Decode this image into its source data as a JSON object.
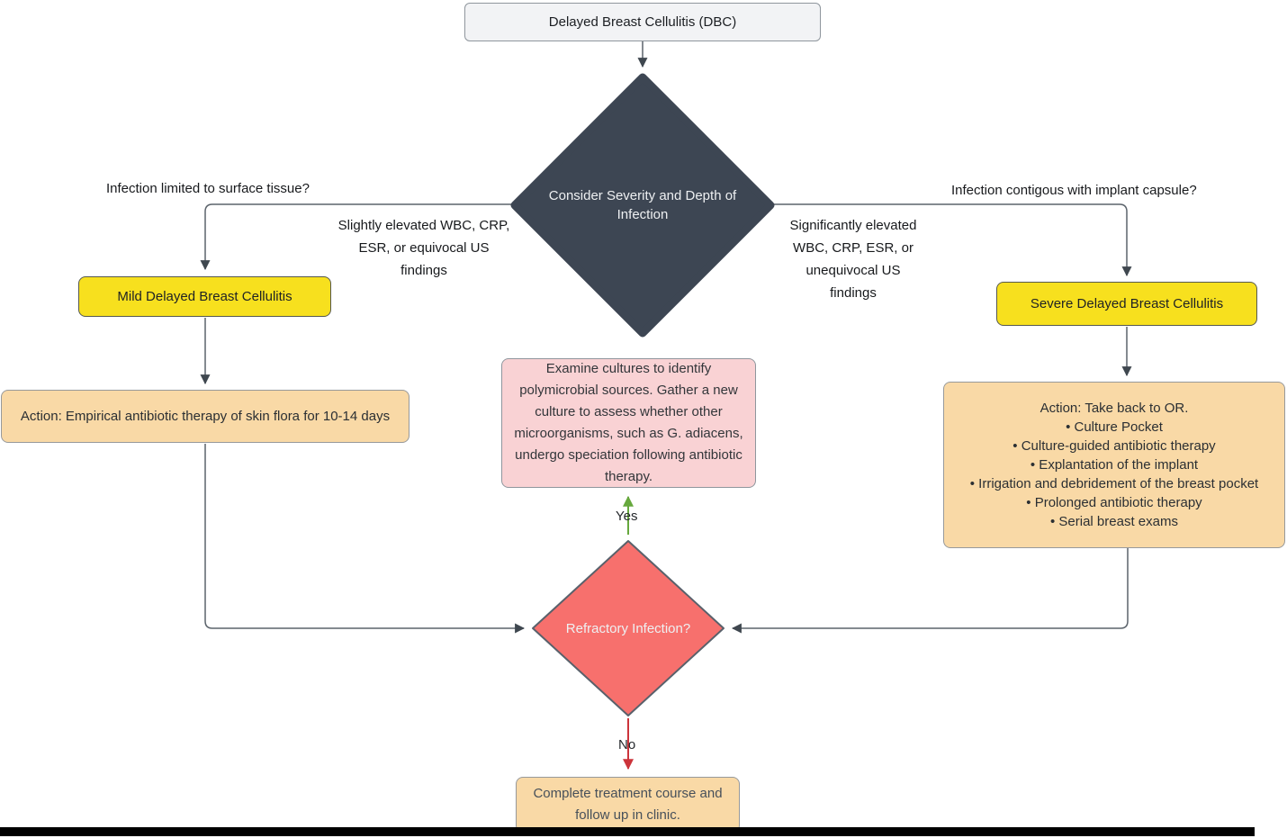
{
  "diagram_title": "Delayed Breast Cellulitis (DBC) management flowchart",
  "colors": {
    "start_fill": "#f2f3f5",
    "severity_diamond_fill": "#3d4653",
    "yellow_fill": "#f7e01e",
    "orange_fill": "#f9d9a6",
    "pink_fill": "#f9d2d4",
    "refractory_diamond_fill": "#f7706d",
    "connector_line": "#5b636b",
    "yes_arrow_green": "#66a83d",
    "no_arrow_red": "#cc343b"
  },
  "nodes": {
    "start": {
      "label": "Delayed Breast Cellulitis (DBC)"
    },
    "severity_decision": {
      "label": "Consider Severity and Depth of Infection"
    },
    "mild": {
      "label": "Mild Delayed Breast Cellulitis"
    },
    "severe": {
      "label": "Severe Delayed Breast Cellulitis"
    },
    "mild_action": {
      "label": "Action: Empirical antibiotic therapy of skin flora for 10-14 days"
    },
    "severe_action": {
      "lines": [
        "Action: Take back to OR.",
        "• Culture Pocket",
        "• Culture-guided antibiotic therapy",
        "• Explantation of the implant",
        "• Irrigation and debridement of the breast pocket",
        "• Prolonged antibiotic therapy",
        "• Serial breast exams"
      ]
    },
    "culture_note": {
      "label": "Examine cultures to identify polymicrobial sources. Gather a new culture to assess whether other microorganisms, such as G. adiacens, undergo speciation following antibiotic therapy."
    },
    "refractory_decision": {
      "label": "Refractory Infection?"
    },
    "complete": {
      "label": "Complete treatment course and follow up in clinic."
    }
  },
  "edge_labels": {
    "surface_question": "Infection limited to surface tissue?",
    "mild_criteria": "Slightly elevated WBC, CRP, ESR, or equivocal US findings",
    "capsule_question": "Infection contigous with implant capsule?",
    "severe_criteria": "Significantly elevated WBC, CRP, ESR, or unequivocal US findings",
    "yes": "Yes",
    "no": "No"
  }
}
